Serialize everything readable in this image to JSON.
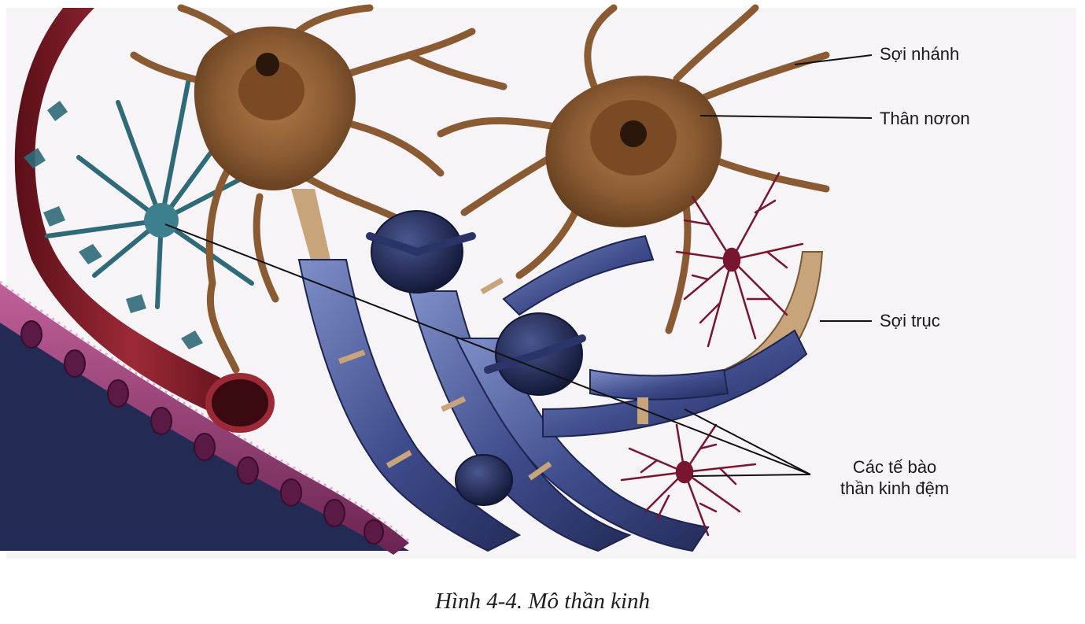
{
  "labels": {
    "dendrite": "Sợi nhánh",
    "soma": "Thân nơron",
    "axon": "Sợi trục",
    "glia_line1": "Các tế bào",
    "glia_line2": "thần kinh đệm"
  },
  "caption": "Hình 4-4. Mô thần kinh",
  "colors": {
    "neuron": "#8a5a32",
    "myelin": "#4a5a9a",
    "glia": "#2f6a78",
    "vessel": "#8c1f2a",
    "epithelium": "#b0457e"
  }
}
